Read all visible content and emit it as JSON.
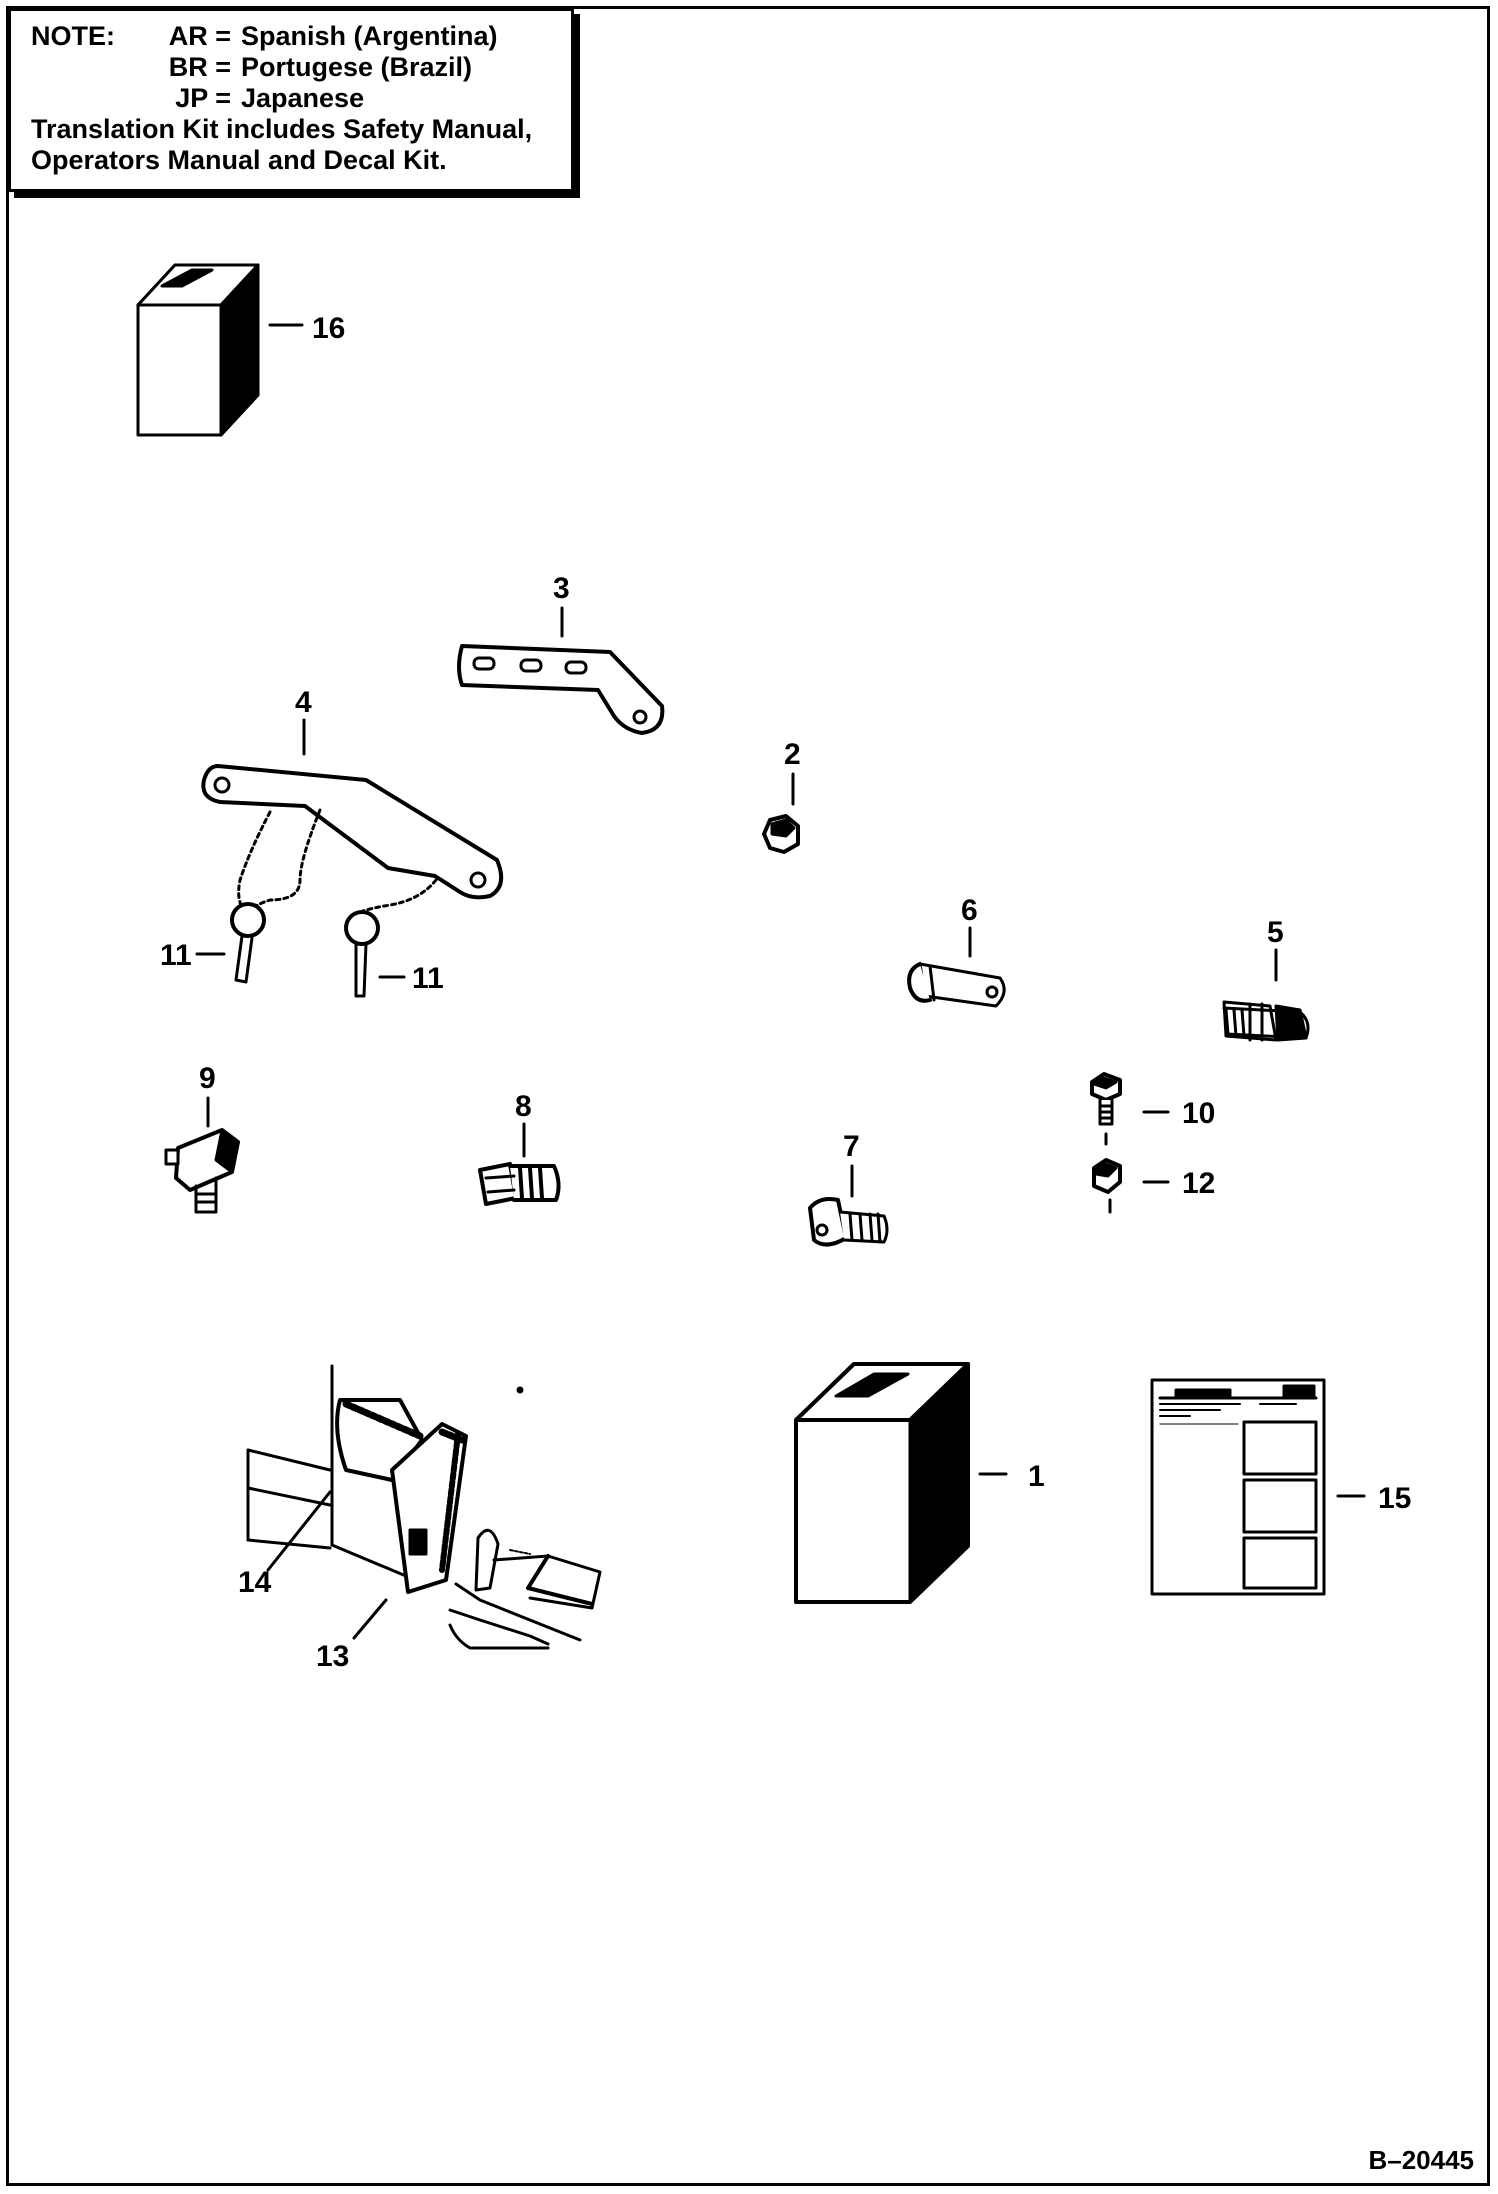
{
  "note": {
    "label": "NOTE:",
    "codes": [
      {
        "code": "AR =",
        "language": "Spanish (Argentina)"
      },
      {
        "code": "BR =",
        "language": "Portugese (Brazil)"
      },
      {
        "code": "JP =",
        "language": "Japanese"
      }
    ],
    "line1": "Translation Kit includes Safety Manual,",
    "line2": "Operators Manual and Decal Kit."
  },
  "callouts": {
    "c1": "1",
    "c2": "2",
    "c3": "3",
    "c4": "4",
    "c5": "5",
    "c6": "6",
    "c7": "7",
    "c8": "8",
    "c9": "9",
    "c10": "10",
    "c11a": "11",
    "c11b": "11",
    "c12": "12",
    "c13": "13",
    "c14": "14",
    "c15": "15",
    "c16": "16"
  },
  "drawing_id": "B–20445"
}
